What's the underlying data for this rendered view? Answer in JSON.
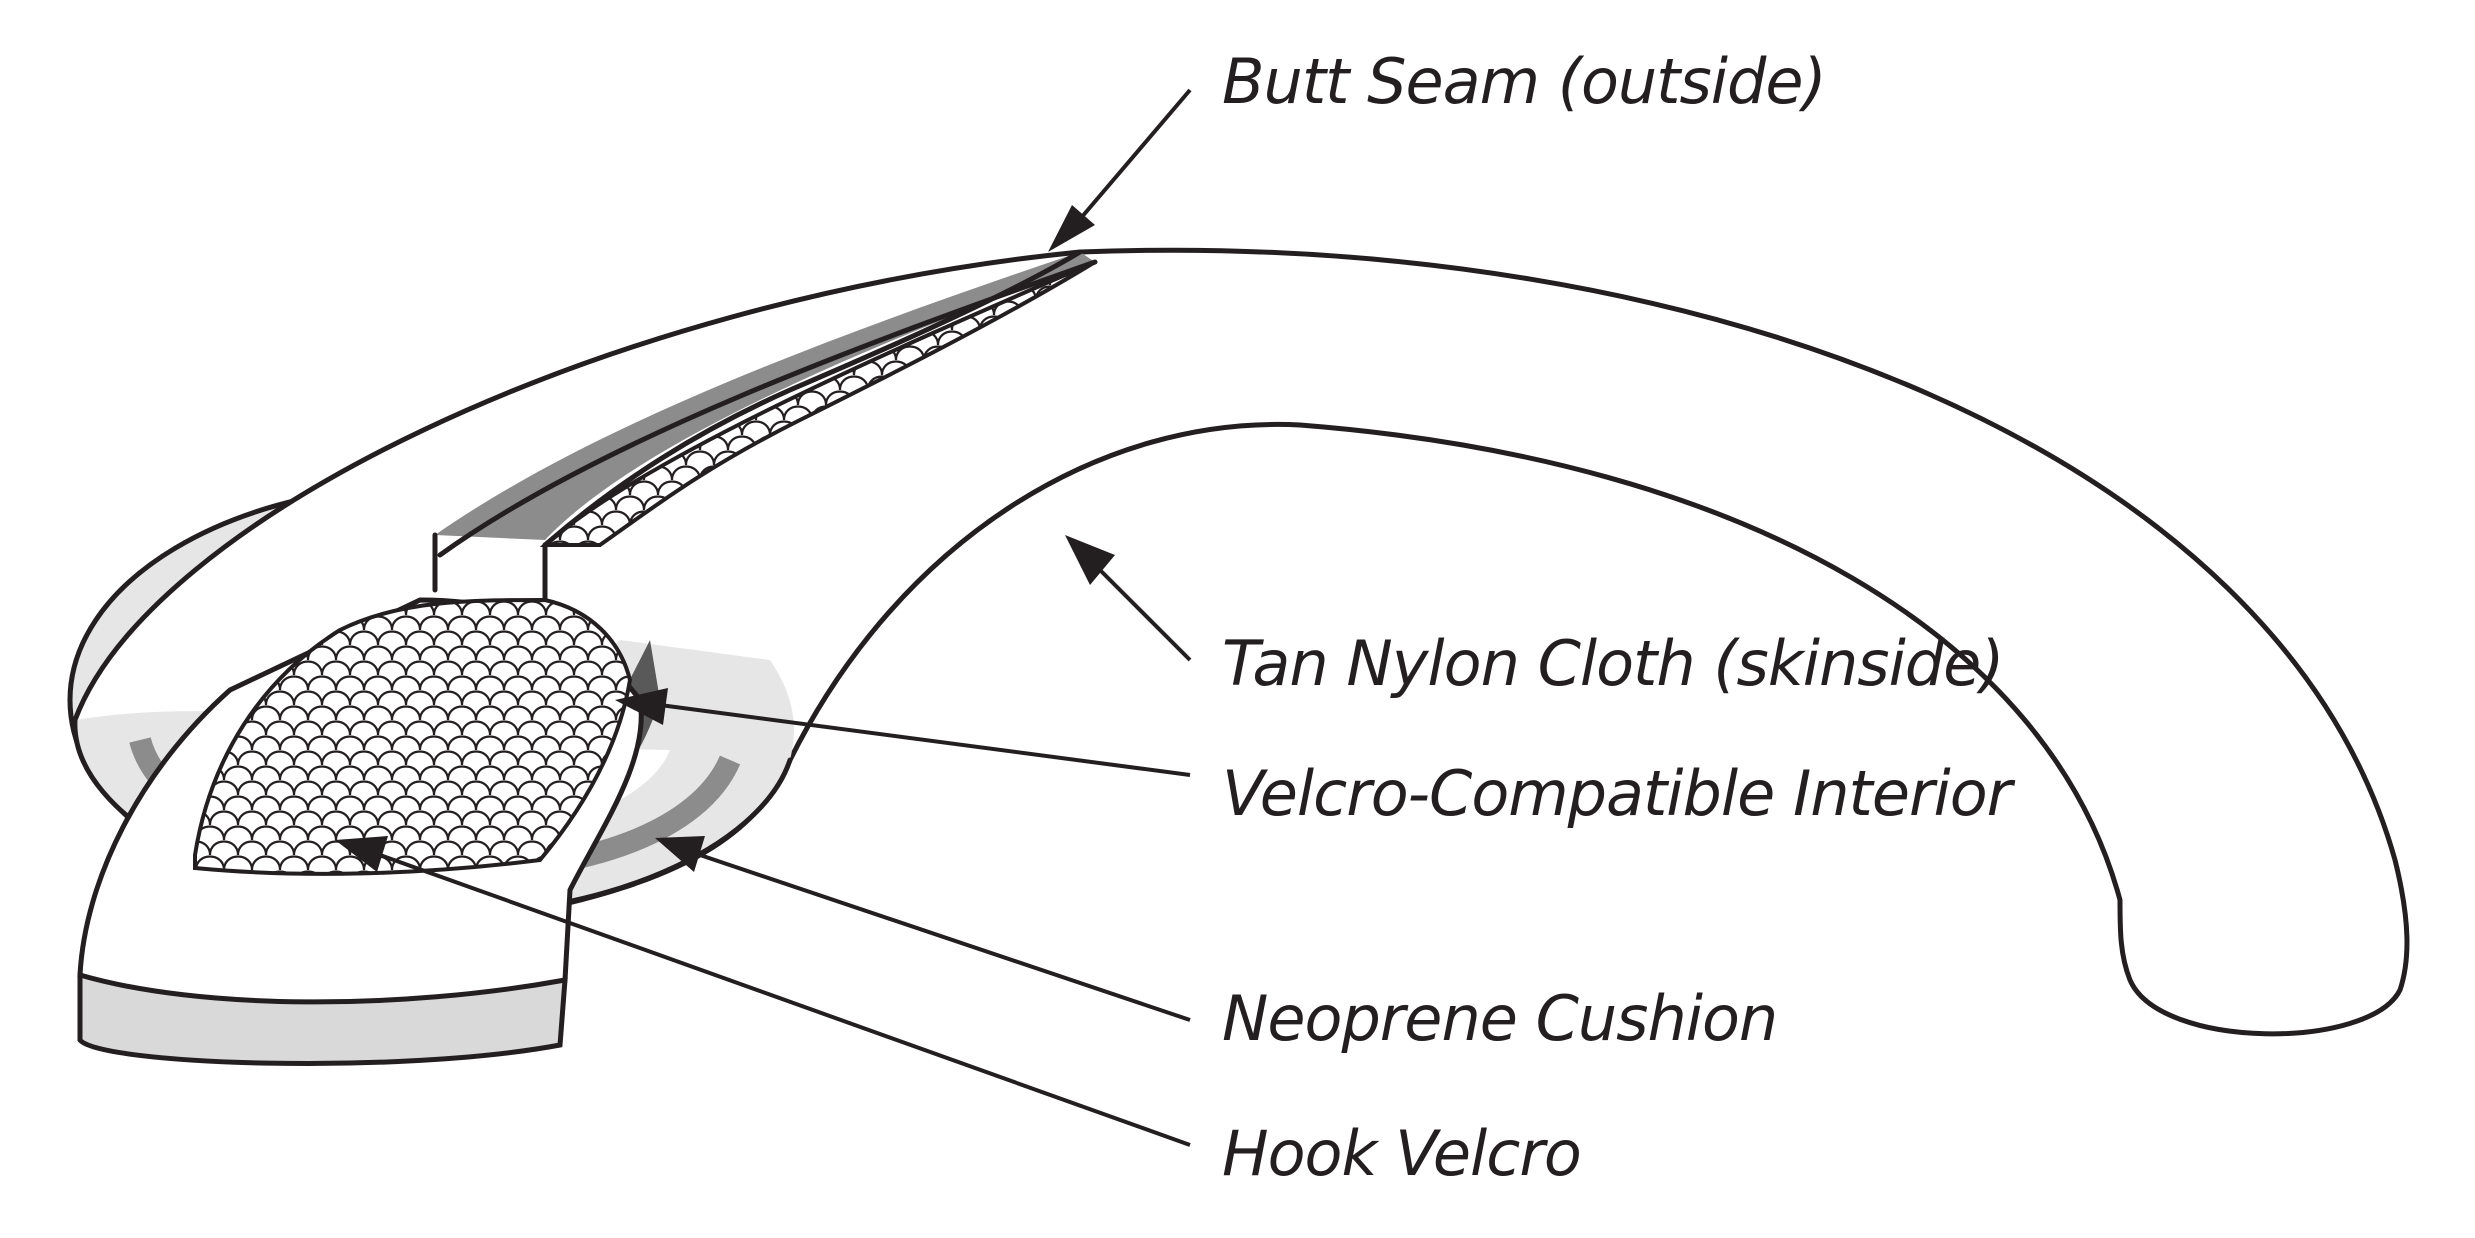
{
  "labels": {
    "butt_seam": "Butt Seam (outside)",
    "tan_nylon": "Tan Nylon Cloth (skinside)",
    "velcro_interior": "Velcro-Compatible Interior",
    "neoprene": "Neoprene Cushion",
    "hook_velcro": "Hook Velcro"
  },
  "colors": {
    "outline": "#231f20",
    "neoprene_light": "#e6e6e6",
    "neoprene_band": "#8c8c8c",
    "pad_bottom": "#d9d9d9",
    "shadow": "#595959",
    "background": "#ffffff"
  }
}
